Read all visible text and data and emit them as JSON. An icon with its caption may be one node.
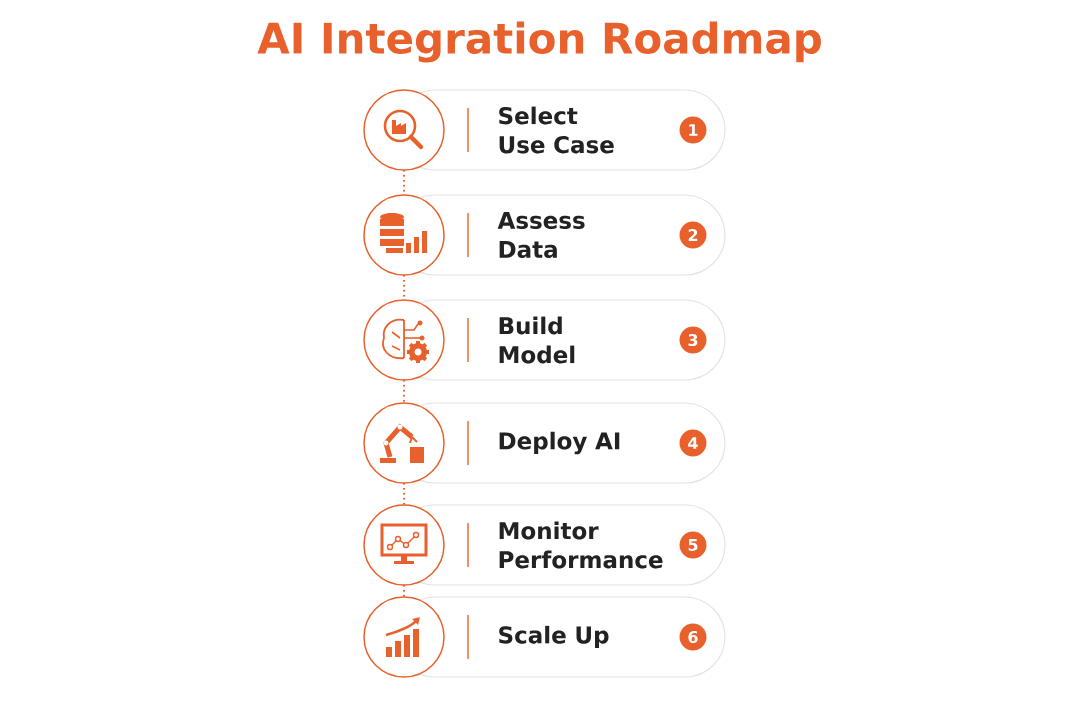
{
  "diagram": {
    "title": "AI Integration Roadmap",
    "nodes": [
      {
        "text": [],
        "shape": "circle"
      },
      {
        "text": [
          "Select Use Case",
          "1"
        ]
      },
      {
        "text": [],
        "shape": "circle"
      },
      {
        "text": [
          "Assess Data",
          "2"
        ]
      },
      {
        "text": [],
        "shape": "circle"
      },
      {
        "text": [
          "Build Model",
          "3"
        ]
      },
      {
        "text": [],
        "shape": "circle"
      },
      {
        "text": [
          "Deploy AI",
          "4"
        ]
      },
      {
        "text": [],
        "shape": "circle"
      },
      {
        "text": [
          "Monitor Performance",
          "5"
        ]
      },
      {
        "text": [],
        "shape": "circle"
      },
      {
        "text": [
          "Scale Up",
          "6"
        ]
      }
    ],
    "edges": [
      {
        "from": 0,
        "to": 2,
        "arrow": "none",
        "style": "dashed"
      },
      {
        "from": 2,
        "to": 4,
        "arrow": "none",
        "style": "dashed"
      },
      {
        "from": 4,
        "to": 6,
        "arrow": "none",
        "style": "dashed"
      },
      {
        "from": 6,
        "to": 8,
        "arrow": "none",
        "style": "dashed"
      },
      {
        "from": 8,
        "to": 10,
        "arrow": "none",
        "style": "dashed"
      }
    ]
  }
}
